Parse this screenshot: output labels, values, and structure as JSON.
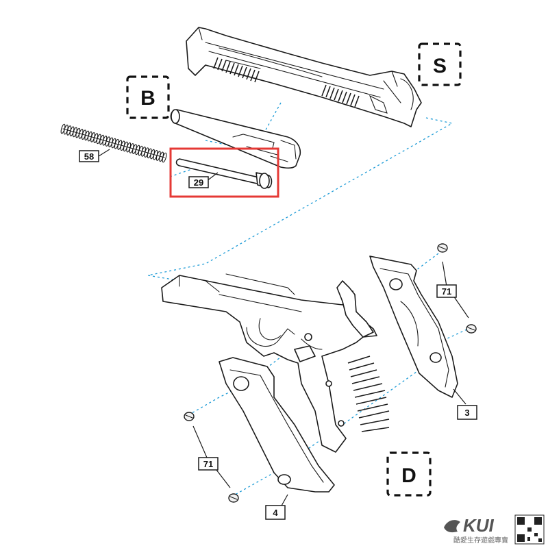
{
  "diagram": {
    "groups": [
      {
        "id": "S",
        "label": "S"
      },
      {
        "id": "B",
        "label": "B"
      },
      {
        "id": "D",
        "label": "D"
      }
    ],
    "callouts": [
      {
        "id": "58",
        "label": "58"
      },
      {
        "id": "29",
        "label": "29"
      },
      {
        "id": "71a",
        "label": "71"
      },
      {
        "id": "71b",
        "label": "71"
      },
      {
        "id": "3",
        "label": "3"
      },
      {
        "id": "4",
        "label": "4"
      }
    ],
    "highlight": {
      "part": "29",
      "color": "#e53935"
    },
    "leader_color": "#1a9ad6"
  },
  "brand": {
    "name": "KUI",
    "tagline": "酷愛生存遊戲專賣"
  }
}
